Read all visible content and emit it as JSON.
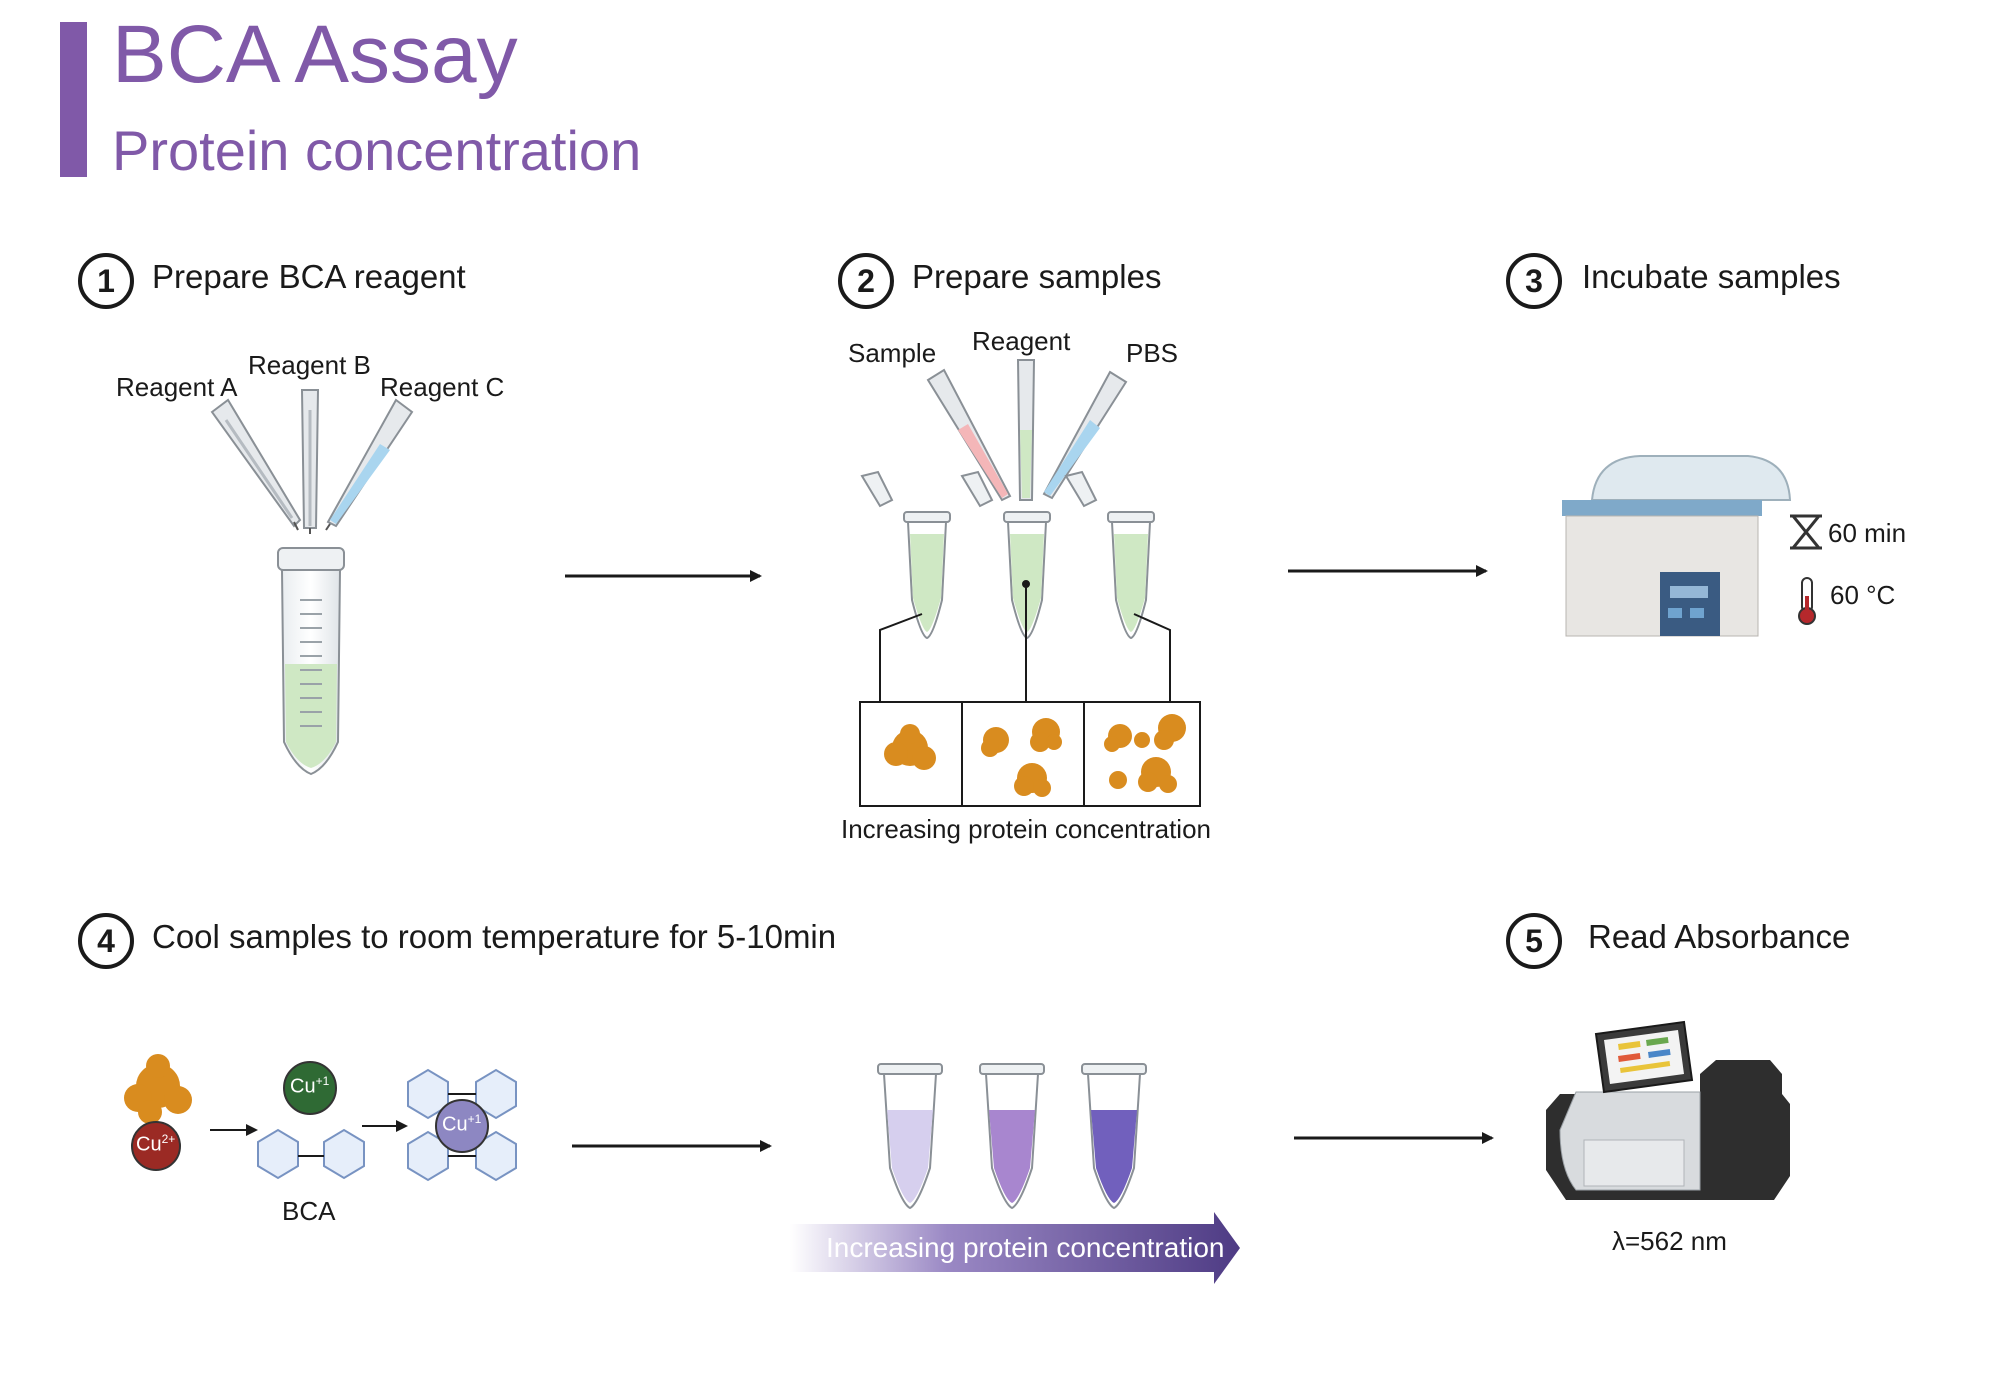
{
  "header": {
    "title": "BCA Assay",
    "subtitle": "Protein concentration"
  },
  "steps": [
    {
      "number": "1",
      "title": "Prepare BCA reagent"
    },
    {
      "number": "2",
      "title": "Prepare samples"
    },
    {
      "number": "3",
      "title": "Incubate samples"
    },
    {
      "number": "4",
      "title": "Cool samples to room temperature for 5-10min"
    },
    {
      "number": "5",
      "title": "Read Absorbance"
    }
  ],
  "step1": {
    "reagent_a": "Reagent A",
    "reagent_b": "Reagent B",
    "reagent_c": "Reagent C"
  },
  "step2": {
    "sample": "Sample",
    "reagent": "Reagent",
    "pbs": "PBS",
    "caption": "Increasing protein concentration"
  },
  "step3": {
    "time": "60 min",
    "temperature": "60 °C"
  },
  "step4": {
    "cu2_main": "Cu",
    "cu2_sup": "2+",
    "cu1_main": "Cu",
    "cu1_sup": "+1",
    "bca": "BCA",
    "gradient_caption": "Increasing protein concentration"
  },
  "step5": {
    "wavelength": "λ=562 nm"
  },
  "colors": {
    "accent": "#8059a8",
    "reagent_green": "#cfe8c4",
    "tip_pink": "#f4b6b8",
    "tip_blue": "#a9d5ef",
    "protein": "#d98c1f",
    "cu2": "#9b2a24",
    "cu1_green": "#2f6a34",
    "cu1_purple": "#8d87c2",
    "tube_light": "#d6cfee",
    "tube_mid": "#a886cf",
    "tube_dark": "#7160bd",
    "gradient_arrow": "#4e3b84"
  },
  "icons": [
    "pipette-icon",
    "conical-tube-icon",
    "microtube-icon",
    "protein-icon",
    "water-bath-icon",
    "hourglass-icon",
    "thermometer-icon",
    "plate-reader-icon",
    "bca-hexagon-icon",
    "arrow-icon"
  ]
}
